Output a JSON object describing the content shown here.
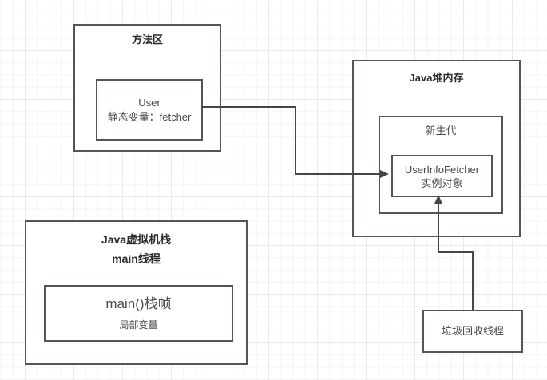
{
  "diagram": {
    "method_area": {
      "title": "方法区"
    },
    "user_box": {
      "line1": "User",
      "line2": "静态变量：fetcher"
    },
    "heap": {
      "title": "Java堆内存"
    },
    "young_gen": {
      "title": "新生代"
    },
    "instance_box": {
      "line1": "UserInfoFetcher",
      "line2": "实例对象"
    },
    "jvm_stack": {
      "line1": "Java虚拟机栈",
      "line2": "main线程"
    },
    "main_frame": {
      "line1": "main()栈帧",
      "line2": "局部变量"
    },
    "gc_thread": {
      "title": "垃圾回收线程"
    },
    "colors": {
      "box_stroke": "#51565c",
      "arrow": "#43474d",
      "title_text": "#2c2c2c",
      "body_text": "#474747",
      "grid_minor": "#f4f4f4",
      "grid_major": "#e9e9e9",
      "background": "#ffffff"
    }
  }
}
